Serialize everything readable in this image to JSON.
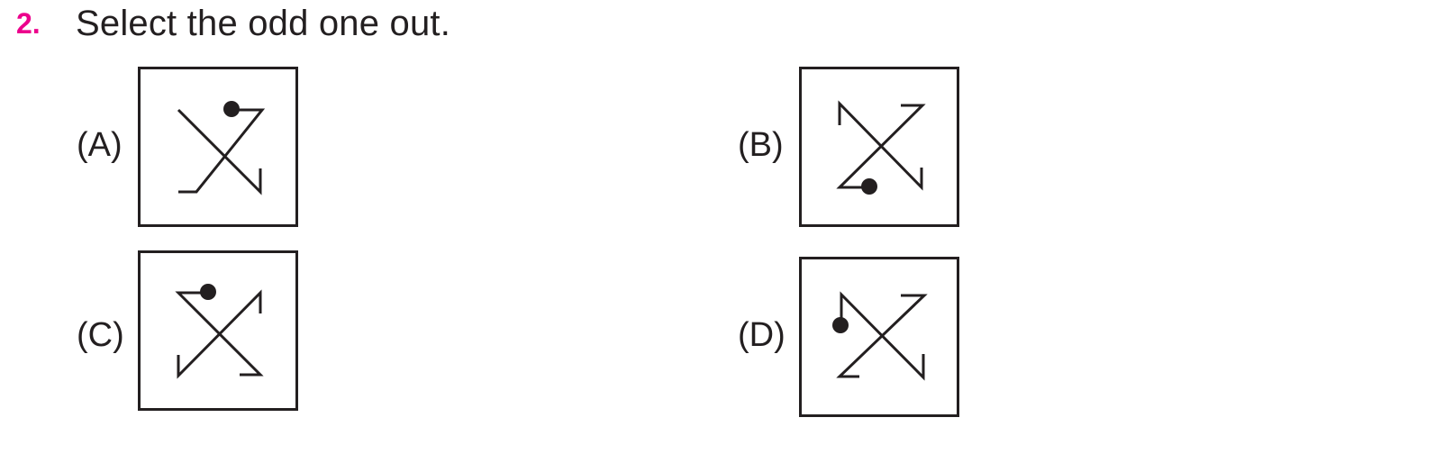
{
  "question": {
    "number": "2.",
    "text": "Select the odd one out."
  },
  "options": [
    {
      "label": "(A)"
    },
    {
      "label": "(B)"
    },
    {
      "label": "(C)"
    },
    {
      "label": "(D)"
    }
  ],
  "colors": {
    "accent": "#ec008c",
    "ink": "#231f20"
  }
}
